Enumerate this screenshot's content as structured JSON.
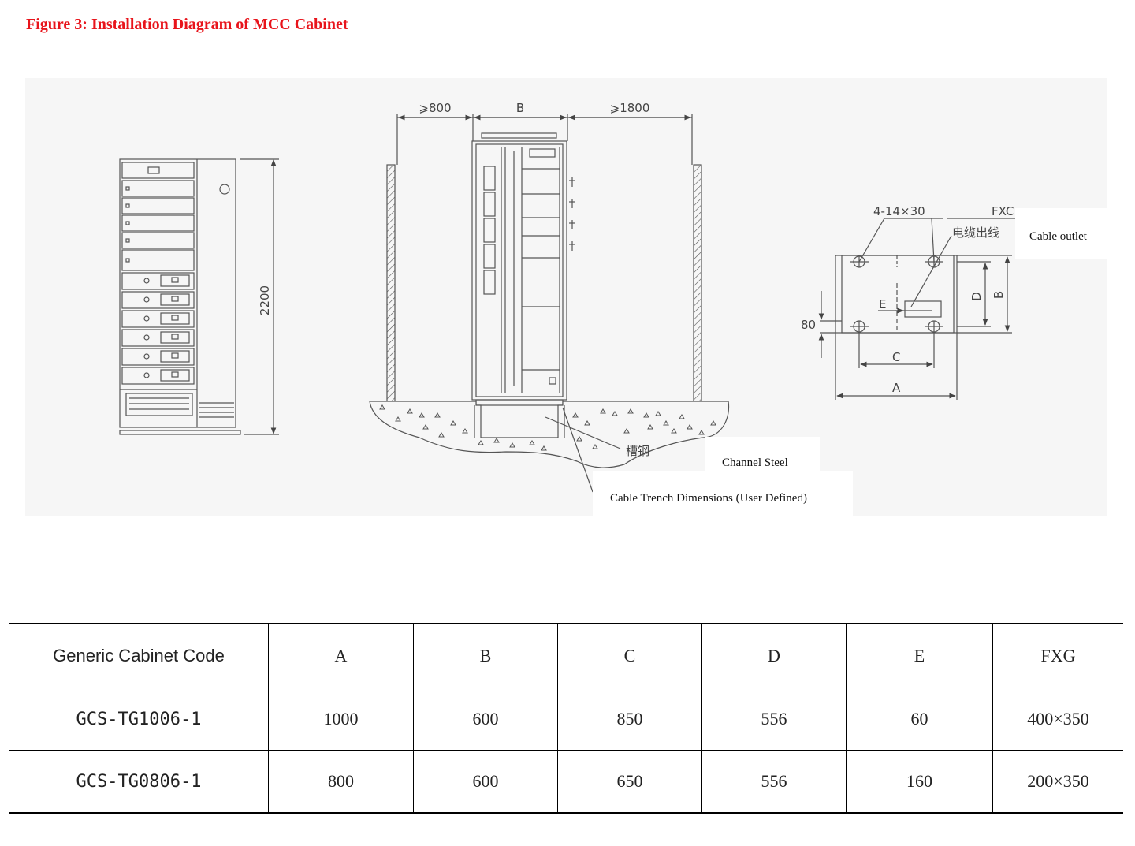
{
  "figure_title": "Figure 3: Installation Diagram of MCC Cabinet",
  "diagram": {
    "dim_front_clearance": "⩾800",
    "dim_b": "B",
    "dim_rear_clearance": "⩾1800",
    "dim_height": "2200",
    "channel_steel_cn": "槽钢",
    "channel_steel_label": "Channel Steel",
    "cable_trench_label": "Cable Trench Dimensions (User Defined)",
    "bolt_holes": "4-14×30",
    "fxg_short": "FXC",
    "cable_outlet_cn": "电缆出线",
    "cable_outlet_label": "Cable outlet",
    "dim_80": "80",
    "dim_plan_a": "A",
    "dim_plan_b": "B",
    "dim_plan_c": "C",
    "dim_plan_d": "D",
    "dim_plan_e": "E"
  },
  "table": {
    "headers": [
      "Generic Cabinet Code",
      "A",
      "B",
      "C",
      "D",
      "E",
      "FXG"
    ],
    "rows": [
      [
        "GCS-TG1006-1",
        "1000",
        "600",
        "850",
        "556",
        "60",
        "400×350"
      ],
      [
        "GCS-TG0806-1",
        "800",
        "600",
        "650",
        "556",
        "160",
        "200×350"
      ]
    ]
  }
}
